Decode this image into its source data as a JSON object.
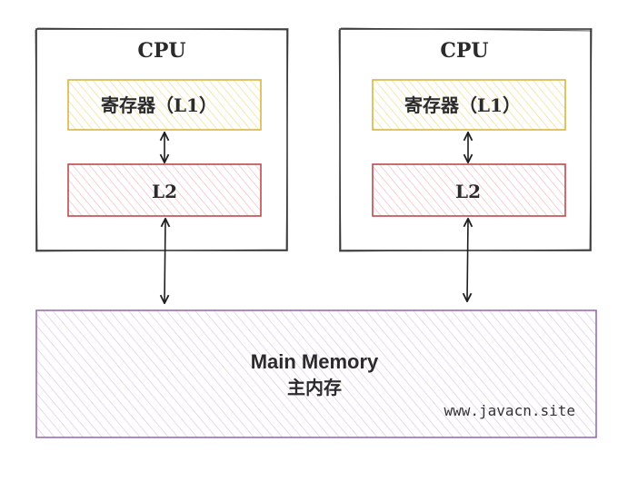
{
  "colors": {
    "cpu_border": "#3a3a3a",
    "l1_border": "#d9b545",
    "l1_hatch": "#f0d98a",
    "l2_border": "#c0494e",
    "l2_hatch": "#f2b8bb",
    "memory_border": "#9a6fb0",
    "memory_hatch": "#d8c4e6",
    "text": "#2b2b2b"
  },
  "cpus": [
    {
      "title": "CPU",
      "l1_label": "寄存器（L1）",
      "l2_label": "L2"
    },
    {
      "title": "CPU",
      "l1_label": "寄存器（L1）",
      "l2_label": "L2"
    }
  ],
  "memory": {
    "title": "Main Memory",
    "subtitle": "主内存",
    "watermark": "www.javacn.site"
  },
  "connectors": [
    {
      "from": "L1",
      "to": "L2",
      "style": "double-arrow"
    },
    {
      "from": "L2",
      "to": "Main Memory",
      "style": "double-arrow"
    }
  ]
}
